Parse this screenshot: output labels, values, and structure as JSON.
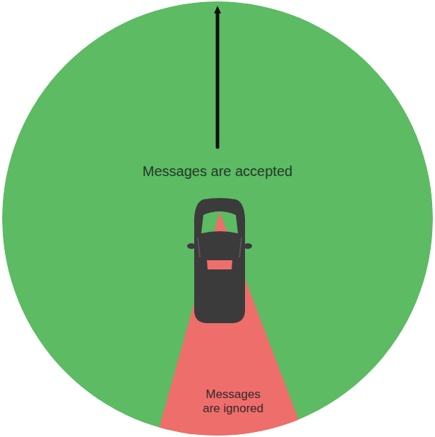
{
  "diagram": {
    "nodes": [
      {
        "text": [
          "Messages are accepted"
        ]
      },
      {
        "text": [
          "Messages are ignored"
        ],
        "in": 0
      }
    ]
  }
}
